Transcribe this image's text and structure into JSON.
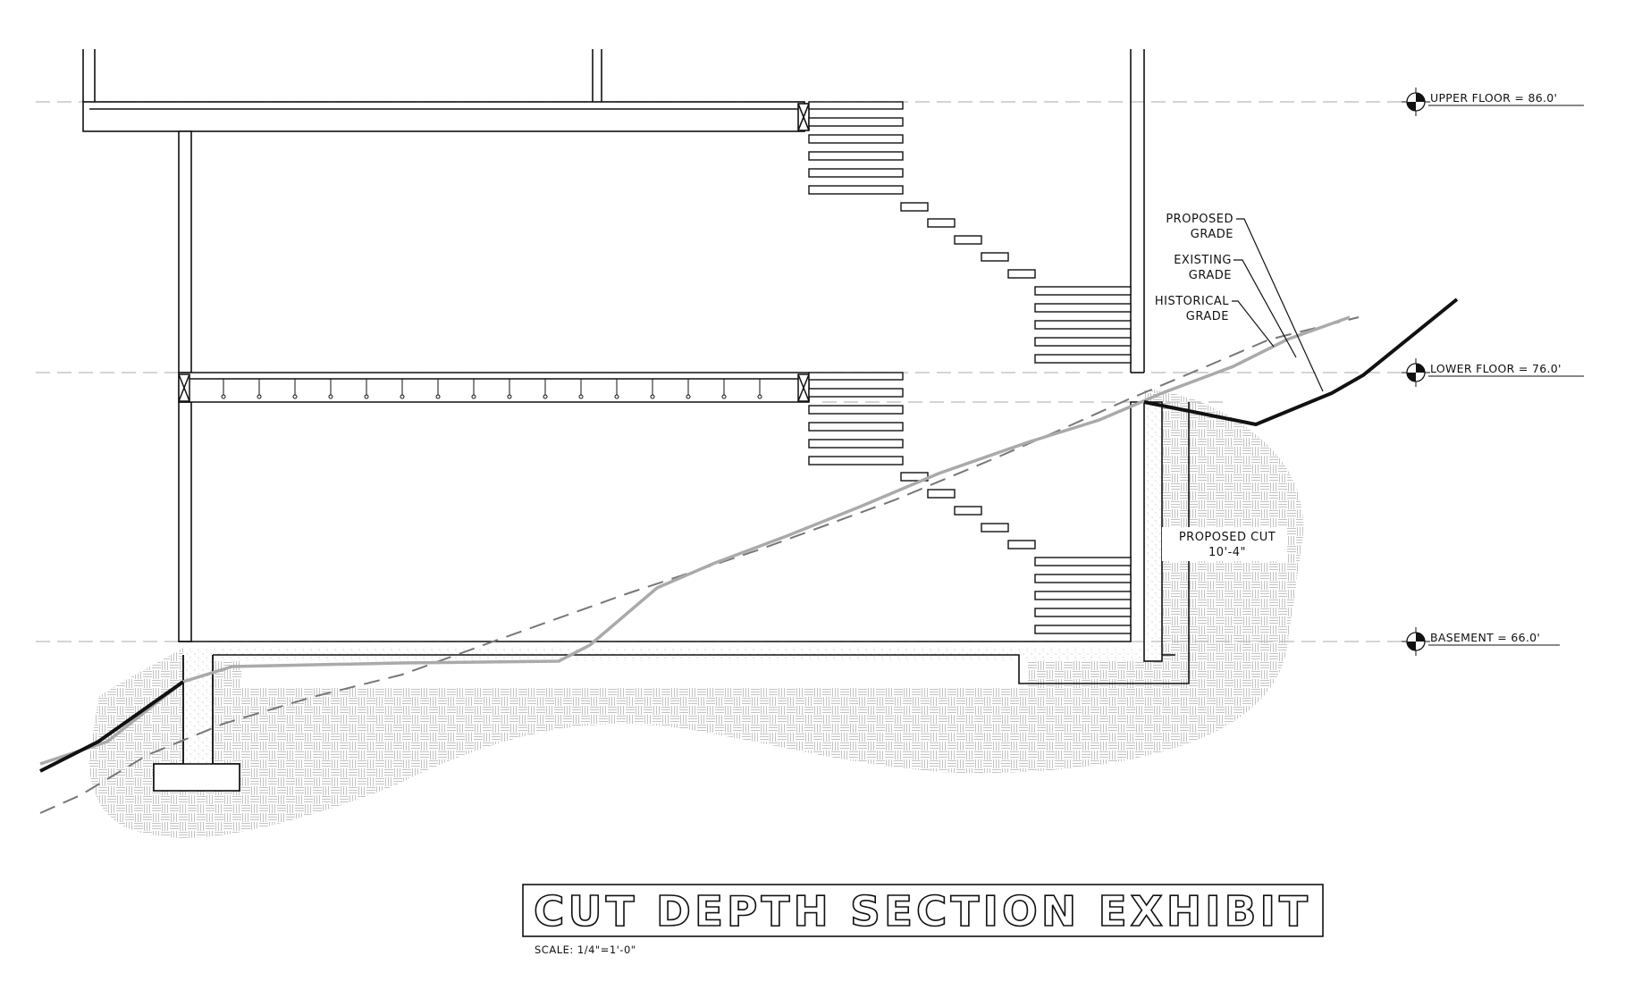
{
  "levels": {
    "upper": "UPPER FLOOR = 86.0'",
    "lower": "LOWER FLOOR = 76.0'",
    "basement": "BASEMENT = 66.0'"
  },
  "grades": {
    "proposed_1": "PROPOSED",
    "proposed_2": "GRADE",
    "existing_1": "EXISTING",
    "existing_2": "GRADE",
    "historical_1": "HISTORICAL",
    "historical_2": "GRADE"
  },
  "cut": {
    "label_1": "PROPOSED CUT",
    "label_2": "10'-4\""
  },
  "title": "CUT DEPTH SECTION EXHIBIT",
  "scale": "SCALE: 1/4\"=1'-0\"",
  "colors": {
    "line": "#111111",
    "grade_gray": "#aaaaaa",
    "dashed_gray": "#777777",
    "level_line": "#bbbbbb",
    "soil": "#bdbdbd"
  }
}
